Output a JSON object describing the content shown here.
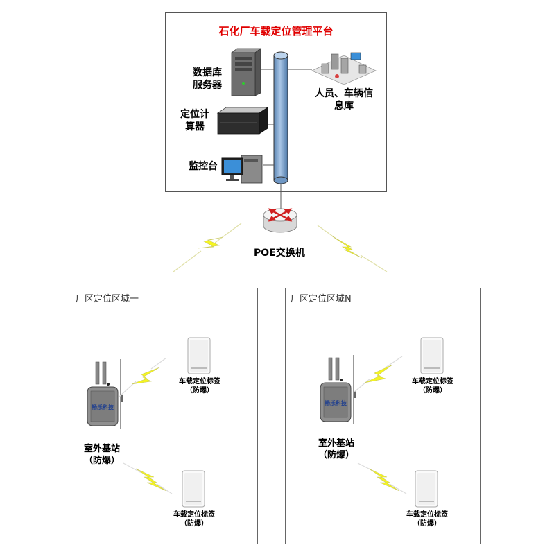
{
  "platform": {
    "title": "石化厂车载定位管理平台",
    "db_server_line1": "数据库",
    "db_server_line2": "服务器",
    "locator_line1": "定位计",
    "locator_line2": "算器",
    "monitor": "监控台",
    "info_line1": "人员、车辆信",
    "info_line2": "息库"
  },
  "switch": {
    "label": "POE交换机"
  },
  "zone1": {
    "title": "厂区定位区域一",
    "station_line1": "室外基站",
    "station_line2": "（防爆）",
    "station_brand": "畅乐科技",
    "tag_line1": "车载定位标签",
    "tag_line2": "（防爆）"
  },
  "zoneN": {
    "title": "厂区定位区域N",
    "station_line1": "室外基站",
    "station_line2": "（防爆）",
    "station_brand": "畅乐科技",
    "tag_line1": "车载定位标签",
    "tag_line2": "（防爆）"
  },
  "colors": {
    "title_red": "#e00000",
    "pipe_blue": "#7fa6cf",
    "lightning_yellow": "#f5f520",
    "router_red": "#d02020"
  }
}
